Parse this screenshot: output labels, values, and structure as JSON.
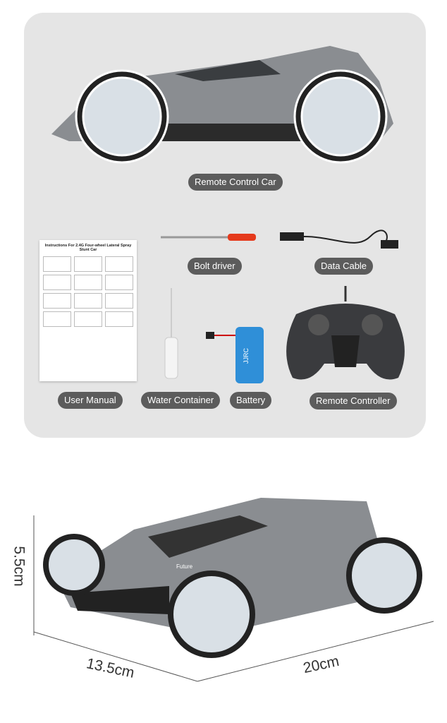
{
  "labels": {
    "car": "Remote Control Car",
    "bolt_driver": "Bolt driver",
    "data_cable": "Data Cable",
    "user_manual": "User Manual",
    "water_container": "Water Container",
    "battery": "Battery",
    "remote_controller": "Remote Controller"
  },
  "manual_title": "Instructions For 2.4G Four-wheel Lateral Spray Stunt Car",
  "battery_brand": "JJRC",
  "car_text": "Future",
  "dimensions": {
    "height": "5.5cm",
    "width": "13.5cm",
    "length": "20cm"
  },
  "colors": {
    "panel": "#e5e5e5",
    "pill": "#5c5c5c",
    "car": "#8a8d91"
  }
}
